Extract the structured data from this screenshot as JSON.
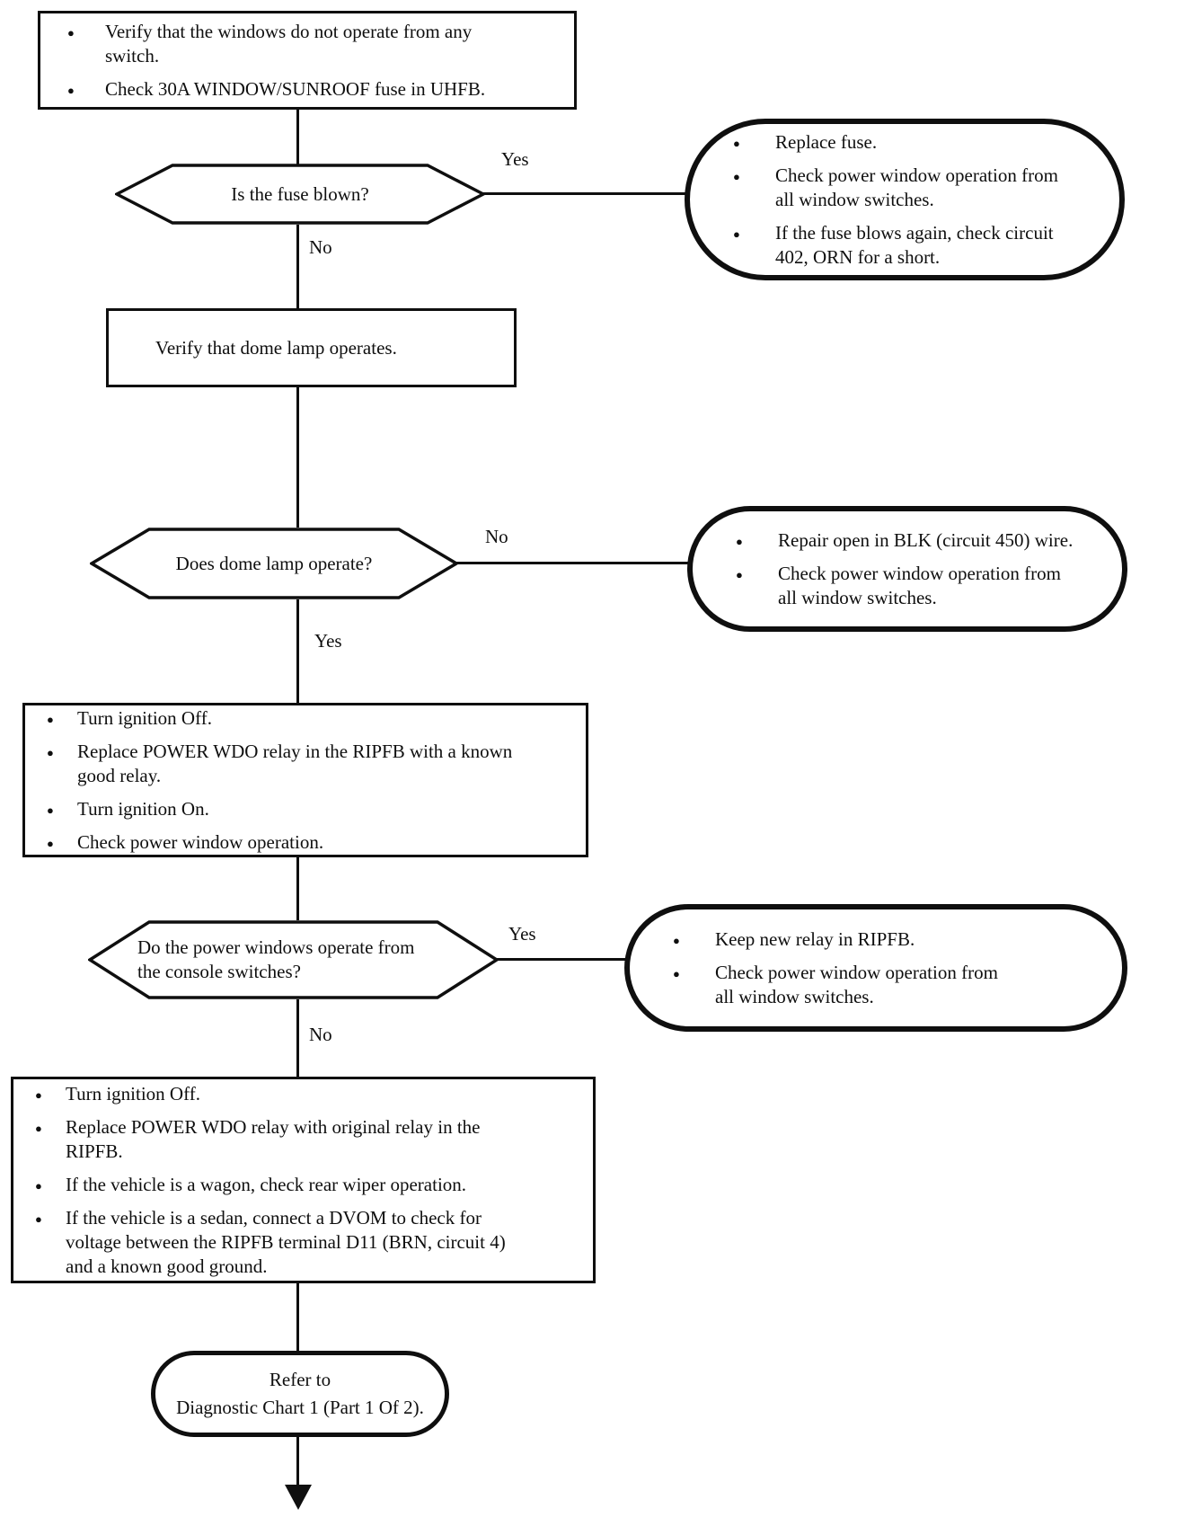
{
  "page": {
    "background": "#ffffff",
    "ink": "#0f0f0f"
  },
  "flowchart": {
    "start": {
      "bullets": [
        "Verify that the windows do not operate from any\nswitch.",
        "Check 30A WINDOW/SUNROOF fuse in UHFB."
      ]
    },
    "decision_fuse": {
      "question": "Is the fuse blown?",
      "yes_label": "Yes",
      "no_label": "No"
    },
    "action_replace_fuse": {
      "bullets": [
        "Replace fuse.",
        "Check power window operation from\nall window switches.",
        "If the fuse blows again, check circuit\n402, ORN for a short."
      ]
    },
    "process_dome": {
      "text": "Verify that dome lamp operates."
    },
    "decision_dome": {
      "question": "Does dome lamp operate?",
      "no_label": "No",
      "yes_label": "Yes"
    },
    "action_repair_open": {
      "bullets": [
        "Repair open in BLK (circuit 450) wire.",
        "Check power window operation from\nall window switches."
      ]
    },
    "process_test_relay": {
      "bullets": [
        "Turn ignition Off.",
        "Replace POWER WDO relay in the RIPFB with a known\ngood relay.",
        "Turn ignition On.",
        "Check power window operation."
      ]
    },
    "decision_console": {
      "question": "Do the power windows operate from\nthe console switches?",
      "yes_label": "Yes",
      "no_label": "No"
    },
    "action_keep_relay": {
      "bullets": [
        "Keep new relay in RIPFB.",
        "Check power window operation from\nall window switches."
      ]
    },
    "process_original_relay": {
      "bullets": [
        "Turn ignition Off.",
        "Replace POWER WDO relay with original relay in the\nRIPFB.",
        "If the vehicle is a wagon, check rear wiper operation.",
        "If the vehicle is a sedan, connect a DVOM to check for\nvoltage between the RIPFB terminal D11 (BRN, circuit 4)\nand a known good ground."
      ]
    },
    "terminal": {
      "line1": "Refer to",
      "line2": "Diagnostic Chart 1 (Part 1 Of 2)."
    }
  }
}
